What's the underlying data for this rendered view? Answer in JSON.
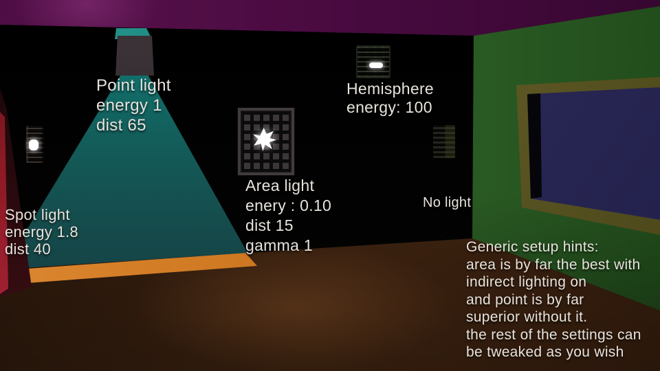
{
  "scene": {
    "description": "3D rendered room comparing light types",
    "colors": {
      "ceiling_purple": "#4c0d44",
      "back_wall_black": "#020202",
      "right_wall_green": "#2c5d26",
      "floor_brown": "#39200f",
      "floor_lit_orange": "#cd7a20",
      "spot_cone_teal": "#13605c",
      "window_glass_navy": "#2d2c5a",
      "window_frame_olive": "#6b662a",
      "left_wall_red": "#8c1a24",
      "label_text": "#e8e3dc"
    }
  },
  "labels": {
    "point_light": {
      "lines": [
        "Point light",
        "energy 1",
        "dist 65"
      ]
    },
    "hemisphere": {
      "lines": [
        "Hemisphere",
        "energy: 100"
      ]
    },
    "area_light": {
      "lines": [
        "Area light",
        "enery : 0.10",
        "dist 15",
        "gamma 1"
      ]
    },
    "spot_light": {
      "lines": [
        "Spot light",
        "energy 1.8",
        "dist 40"
      ]
    },
    "no_light": {
      "lines": [
        "No light"
      ]
    },
    "hints": {
      "lines": [
        "Generic setup hints:",
        "area is by far the best with",
        "indirect lighting on",
        "and point is by far",
        "superior without it.",
        "the rest of the settings can",
        "be tweaked as you wish"
      ]
    }
  }
}
